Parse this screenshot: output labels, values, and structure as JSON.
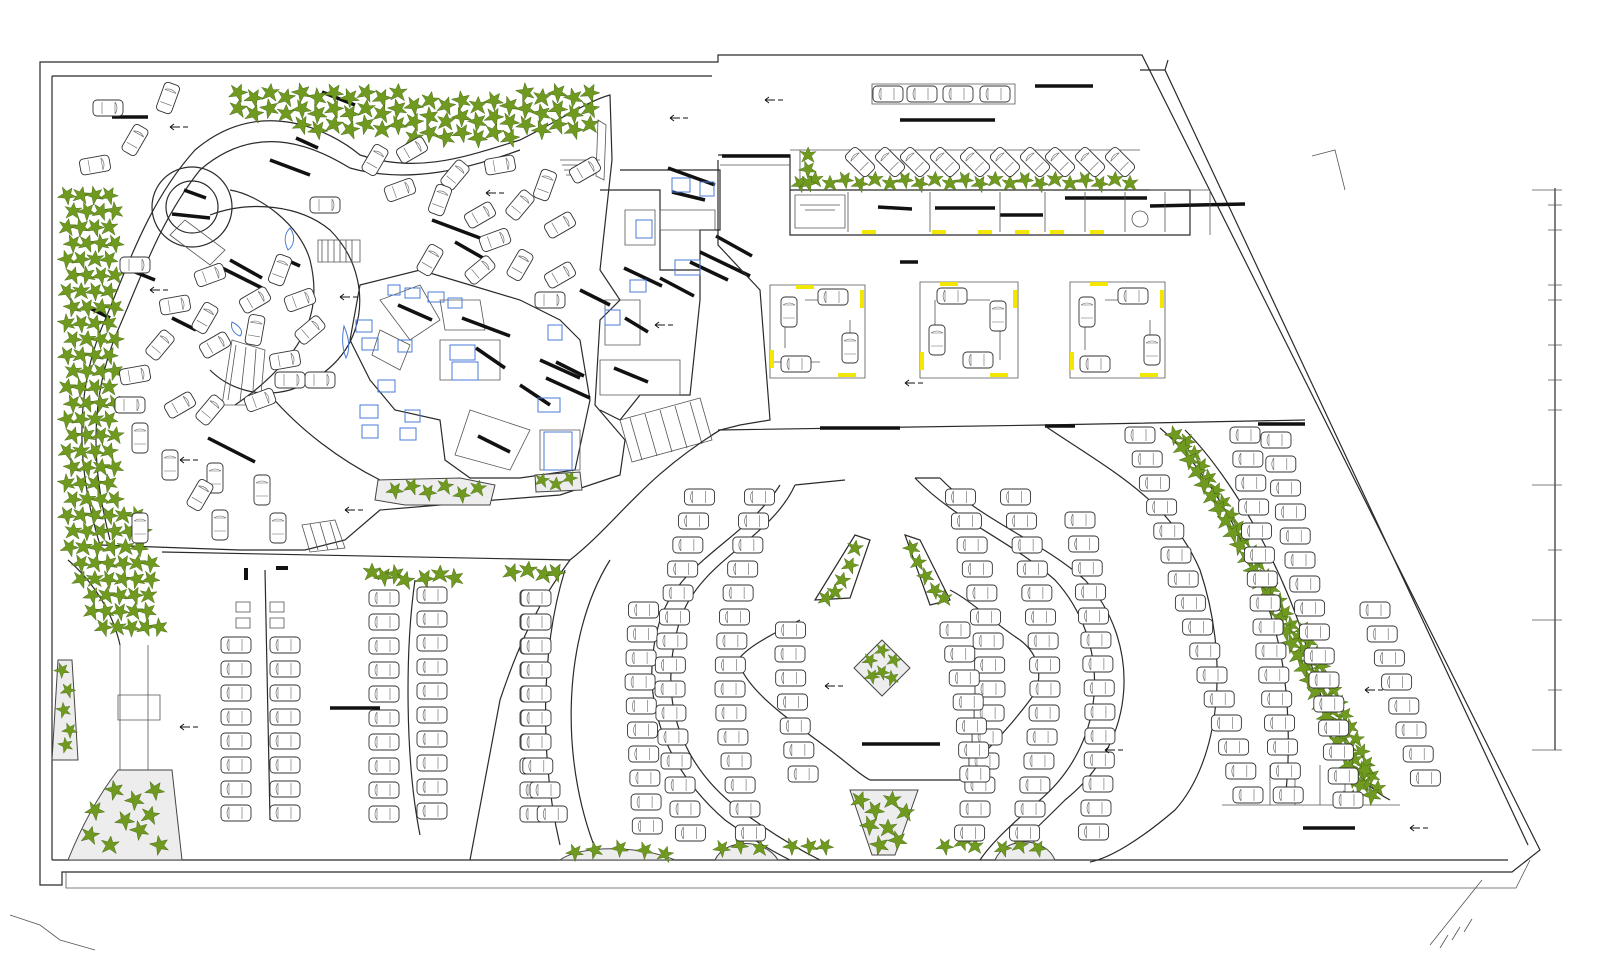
{
  "drawing": {
    "type": "site plan",
    "colors": {
      "linework": "#2a2a2a",
      "vegetation": "#6f9a1f",
      "vegetation_dark": "#4f7314",
      "furniture": "#4a7bd8",
      "markers": "#f3e600",
      "labels": "#111111",
      "background": "#ffffff"
    },
    "zones": [
      {
        "id": "building",
        "name": "building-block"
      },
      {
        "id": "showroom",
        "name": "showroom-pods"
      },
      {
        "id": "service",
        "name": "service-bays"
      },
      {
        "id": "west-parking",
        "name": "west-parking"
      },
      {
        "id": "central-parking",
        "name": "central-parking"
      },
      {
        "id": "east-parking",
        "name": "east-parking"
      },
      {
        "id": "entrance",
        "name": "entrance-gate"
      }
    ],
    "icons": [
      "tree-icon",
      "car-icon",
      "accessible-parking-icon",
      "level-marker-icon"
    ]
  }
}
